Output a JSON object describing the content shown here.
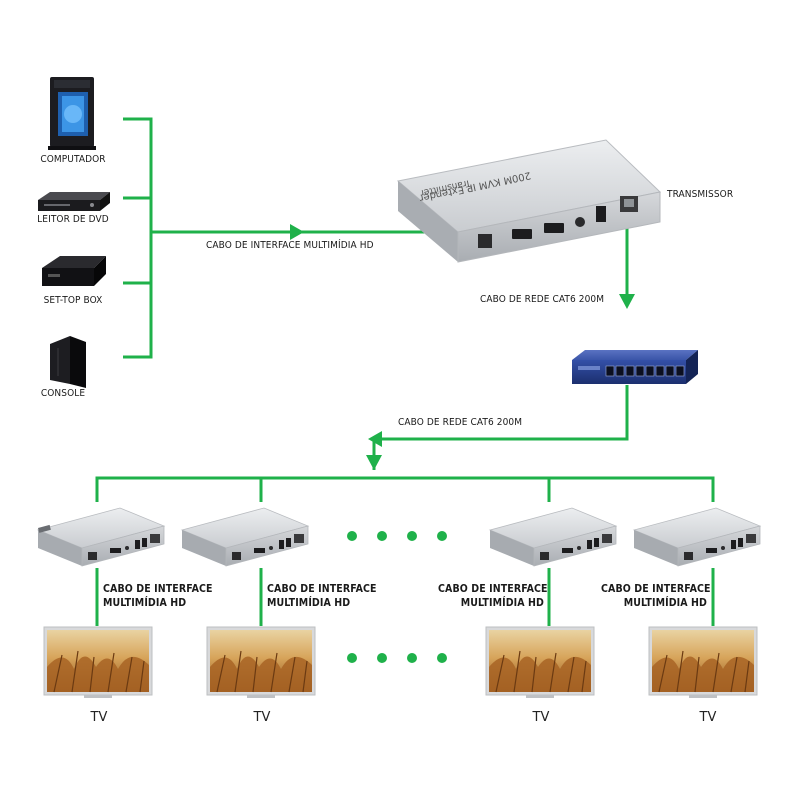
{
  "colors": {
    "line": "#1fb14a",
    "device_body": "#cfd1d4",
    "device_top": "#e4e6e8",
    "switch_blue": "#27408f",
    "label": "#1a1a1a"
  },
  "sources": [
    {
      "label": "COMPUTADOR",
      "icon": "computer-tower-icon"
    },
    {
      "label": "LEITOR DE DVD",
      "icon": "dvd-player-icon"
    },
    {
      "label": "SET-TOP BOX",
      "icon": "set-top-box-icon"
    },
    {
      "label": "CONSOLE",
      "icon": "game-console-icon"
    }
  ],
  "links": {
    "hdmi_main": "CABO DE INTERFACE MULTIMÍDIA HD",
    "transmitter": "TRANSMISSOR",
    "cat6_top": "CABO DE REDE CAT6 200M",
    "cat6_bottom": "CABO DE REDE CAT6 200M"
  },
  "transmitter_text": {
    "model": "200M KVM IP Extender",
    "role": "Transmitter"
  },
  "receivers": [
    {
      "cable_line1": "CABO DE INTERFACE",
      "cable_line2": "MULTIMÍDIA HD",
      "tv": "TV"
    },
    {
      "cable_line1": "CABO DE INTERFACE",
      "cable_line2": "MULTIMÍDIA HD",
      "tv": "TV"
    },
    {
      "cable_line1": "CABO DE INTERFACE",
      "cable_line2": "MULTIMÍDIA HD",
      "tv": "TV"
    },
    {
      "cable_line1": "CABO DE INTERFACE",
      "cable_line2": "MULTIMÍDIA HD",
      "tv": "TV"
    }
  ]
}
